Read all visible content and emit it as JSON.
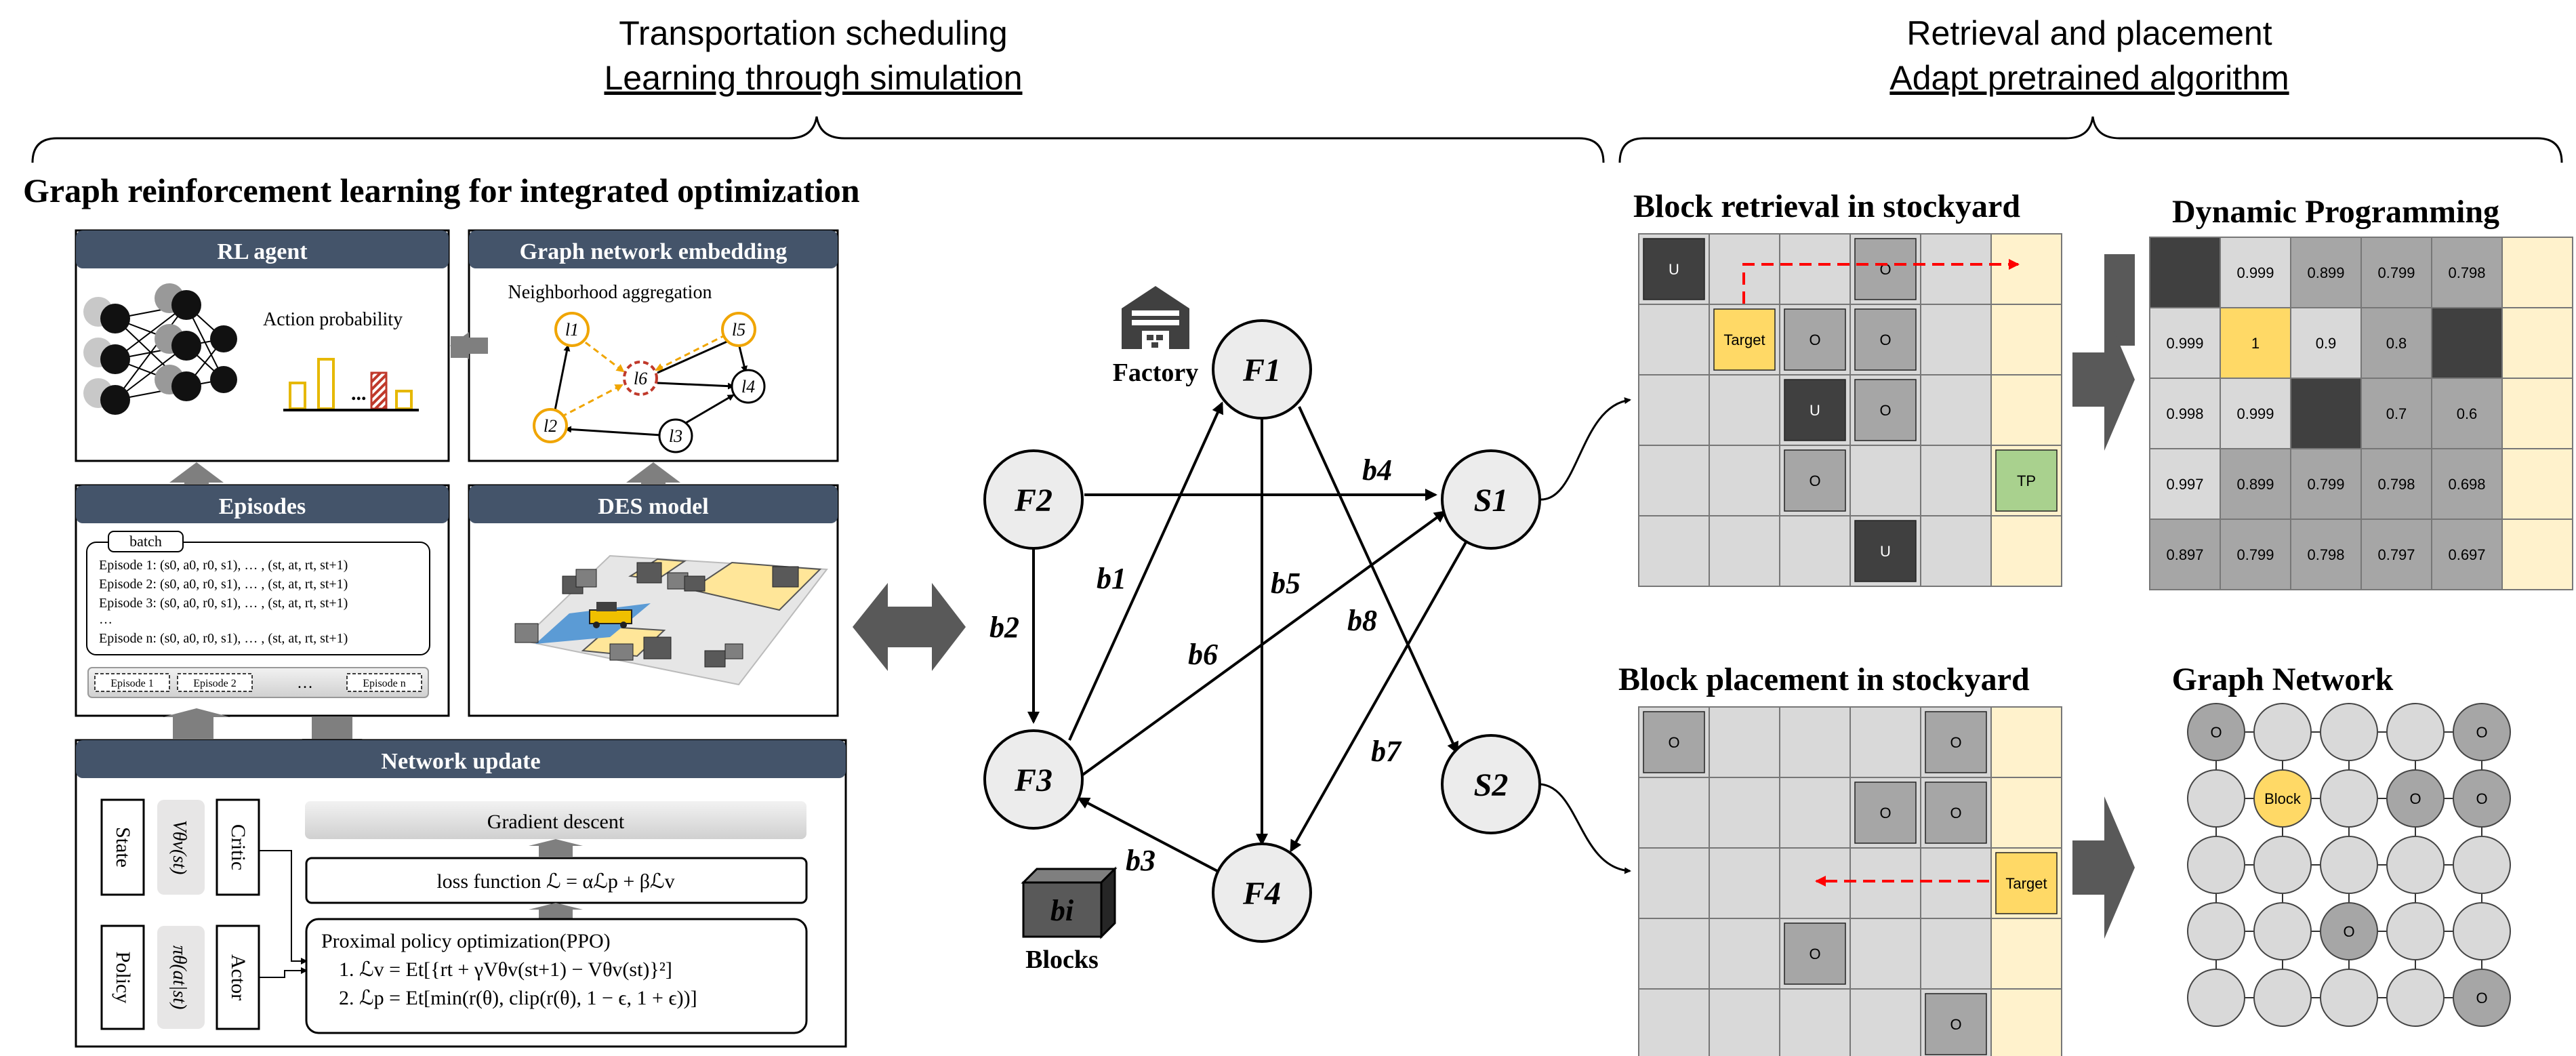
{
  "top": {
    "left_title": "Transportation scheduling",
    "left_subtitle": "Learning through simulation",
    "right_title": "Retrieval and placement",
    "right_subtitle": "Adapt pretrained algorithm"
  },
  "grl": {
    "heading": "Graph reinforcement learning for integrated optimization",
    "rl_agent": {
      "header": "RL agent",
      "action_probability": "Action probability",
      "dots": "..."
    },
    "embedding": {
      "header": "Graph network embedding",
      "caption": "Neighborhood aggregation",
      "nodes": [
        "l1",
        "l2",
        "l3",
        "l4",
        "l5",
        "l6"
      ]
    },
    "episodes": {
      "header": "Episodes",
      "batch": "batch",
      "rows": [
        "Episode 1: (s0, a0, r0, s1), … , (st, at, rt, st+1)",
        "Episode 2: (s0, a0, r0, s1), … , (st, at, rt, st+1)",
        "Episode 3: (s0, a0, r0, s1), … , (st, at, rt, st+1)",
        "…",
        "Episode n: (s0, a0, r0, s1), … , (st, at, rt, st+1)"
      ],
      "chips": [
        "Episode 1",
        "Episode 2",
        "…",
        "Episode n"
      ]
    },
    "des": {
      "header": "DES model"
    },
    "network_update": {
      "header": "Network update",
      "state": "State",
      "value": "Vθv(st)",
      "critic": "Critic",
      "policy": "Policy",
      "pi": "πθ(at|st)",
      "actor": "Actor",
      "gradient": "Gradient descent",
      "loss": "loss function ℒ = αℒp + βℒv",
      "ppo_title": "Proximal policy optimization(PPO)",
      "ppo_1": "1. ℒv = Et[{rt + γVθv(st+1) − Vθv(st)}²]",
      "ppo_2": "2. ℒp = Et[min(r(θ), clip(r(θ), 1 − ϵ, 1 + ϵ))]"
    }
  },
  "network": {
    "nodes": [
      "F1",
      "F2",
      "F3",
      "F4",
      "S1",
      "S2"
    ],
    "edges": [
      "b1",
      "b2",
      "b3",
      "b4",
      "b5",
      "b6",
      "b7",
      "b8"
    ],
    "factory": "Factory",
    "blocks": "Blocks",
    "block_icon": "bi"
  },
  "retrieval": {
    "heading": "Block retrieval in stockyard",
    "cells": [
      [
        "U",
        "",
        "",
        "O",
        "",
        ""
      ],
      [
        "",
        "Target",
        "O",
        "O",
        "",
        ""
      ],
      [
        "",
        "",
        "U",
        "O",
        "",
        ""
      ],
      [
        "",
        "",
        "O",
        "",
        "",
        "TP"
      ],
      [
        "",
        "",
        "",
        "U",
        "",
        ""
      ]
    ]
  },
  "dp": {
    "heading": "Dynamic Programming",
    "cells": [
      [
        "",
        "0.999",
        "0.899",
        "0.799",
        "0.798",
        ""
      ],
      [
        "0.999",
        "1",
        "0.9",
        "0.8",
        "",
        ""
      ],
      [
        "0.998",
        "0.999",
        "",
        "0.7",
        "0.6",
        ""
      ],
      [
        "0.997",
        "0.899",
        "0.799",
        "0.798",
        "0.698",
        ""
      ],
      [
        "0.897",
        "0.799",
        "0.798",
        "0.797",
        "0.697",
        ""
      ]
    ]
  },
  "placement": {
    "heading": "Block placement in stockyard",
    "cells": [
      [
        "O",
        "",
        "",
        "",
        "O",
        ""
      ],
      [
        "",
        "",
        "",
        "O",
        "O",
        ""
      ],
      [
        "",
        "",
        "",
        "",
        "",
        "Target"
      ],
      [
        "",
        "",
        "O",
        "",
        "",
        ""
      ],
      [
        "",
        "",
        "",
        "",
        "O",
        ""
      ]
    ]
  },
  "graphnet": {
    "heading": "Graph Network",
    "cells": [
      [
        "O",
        "",
        "",
        "",
        "O"
      ],
      [
        "",
        "Block",
        "",
        "O",
        "O"
      ],
      [
        "",
        "",
        "",
        "",
        ""
      ],
      [
        "",
        "",
        "O",
        "",
        ""
      ],
      [
        "",
        "",
        "",
        "",
        "O"
      ]
    ]
  },
  "colors": {
    "header_fill": "#44546a",
    "node_fill": "#ececec",
    "yellow": "#ffd966",
    "pale_yellow": "#fff2cc",
    "cell_light": "#d9d9d9",
    "cell_mid": "#a6a6a6",
    "cell_dark": "#404040",
    "tp_green": "#a9d18e",
    "arrow_red": "#ff0000"
  }
}
